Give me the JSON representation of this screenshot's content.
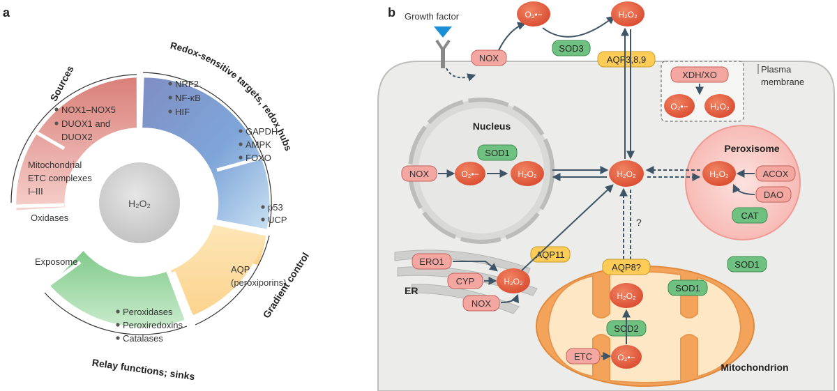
{
  "panel_a": {
    "label": "a",
    "center": "H₂O₂",
    "arc_titles": {
      "sources": "Sources",
      "targets": "Redox-sensitive targets, redox hubs",
      "gradient": "Gradient control",
      "relay": "Relay functions; sinks"
    },
    "sources_items": [
      "NOX1–NOX5",
      "DUOX1 and",
      "DUOX2"
    ],
    "mito_lines": [
      "Mitochondrial",
      "ETC complexes",
      "I–III"
    ],
    "oxidases": "Oxidases",
    "exposome": "Exposome",
    "targets_1": [
      "NRF2",
      "NF-κB",
      "HIF"
    ],
    "targets_2": [
      "GAPDH",
      "AMPK",
      "FOXO"
    ],
    "targets_3": [
      "p53",
      "UCP"
    ],
    "aqp_lines": [
      "AQP",
      "(peroxiporins)"
    ],
    "sinks": [
      "Peroxidases",
      "Peroxiredoxins",
      "Catalases"
    ],
    "colors": {
      "sources": "#e08a82",
      "targets": "#8a97c9",
      "gradient": "#fbd89a",
      "sinks": "#8ccf94",
      "center": "#c8c8c8"
    }
  },
  "panel_b": {
    "label": "b",
    "growth_factor": "Growth factor",
    "nox": "NOX",
    "sod3": "SOD3",
    "aqp389": "AQP3,8,9",
    "plasma_lines": [
      "Plasma",
      "membrane"
    ],
    "xdh": "XDH/XO",
    "nucleus": "Nucleus",
    "sod1": "SOD1",
    "peroxisome": "Peroxisome",
    "acox": "ACOX",
    "dao": "DAO",
    "cat": "CAT",
    "question": "?",
    "aqp11": "AQP11",
    "ero1": "ERO1",
    "er": "ER",
    "cyp": "CYP",
    "aqp8q": "AQP8?",
    "sod2": "SOD2",
    "etc": "ETC",
    "mitochondrion": "Mitochondrion",
    "h2o2": "H₂O₂",
    "o2": "O₂•−",
    "colors": {
      "cell": "#ececea",
      "red_node": "#e5563a",
      "pink_box": "#f4a7a1",
      "green_box": "#6fc181",
      "yellow_box": "#fccc57",
      "mito": "#f3a45a",
      "arrow": "#3d5566"
    }
  }
}
